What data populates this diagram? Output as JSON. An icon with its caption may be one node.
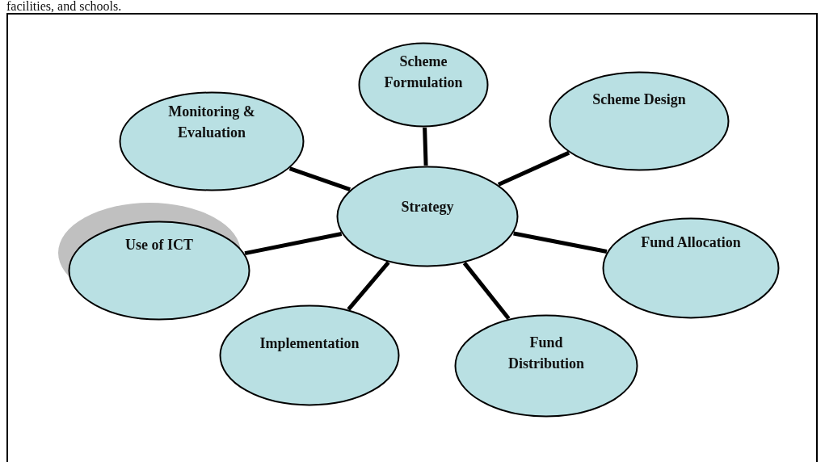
{
  "diagram": {
    "nodes": [
      {
        "text": [
          "Scheme Formulation"
        ]
      },
      {
        "text": [
          "Monitoring & Evaluation"
        ]
      },
      {
        "text": [
          "Scheme Design"
        ]
      },
      {
        "text": [
          "Strategy"
        ]
      },
      {
        "text": [
          "Use of ICT"
        ]
      },
      {
        "text": [
          "Fund Allocation"
        ]
      },
      {
        "text": [
          "Implementation"
        ]
      },
      {
        "text": [
          "Fund Distribution"
        ]
      }
    ],
    "edges": [
      {
        "from": 3,
        "to": 0,
        "arrow": "none"
      },
      {
        "from": 3,
        "to": 1,
        "arrow": "none"
      },
      {
        "from": 3,
        "to": 2,
        "arrow": "none"
      },
      {
        "from": 3,
        "to": 4,
        "arrow": "none"
      },
      {
        "from": 3,
        "to": 5,
        "arrow": "none"
      },
      {
        "from": 3,
        "to": 6,
        "arrow": "none"
      },
      {
        "from": 3,
        "to": 7,
        "arrow": "none"
      }
    ],
    "labels": [
      "facilities, and schools."
    ]
  }
}
